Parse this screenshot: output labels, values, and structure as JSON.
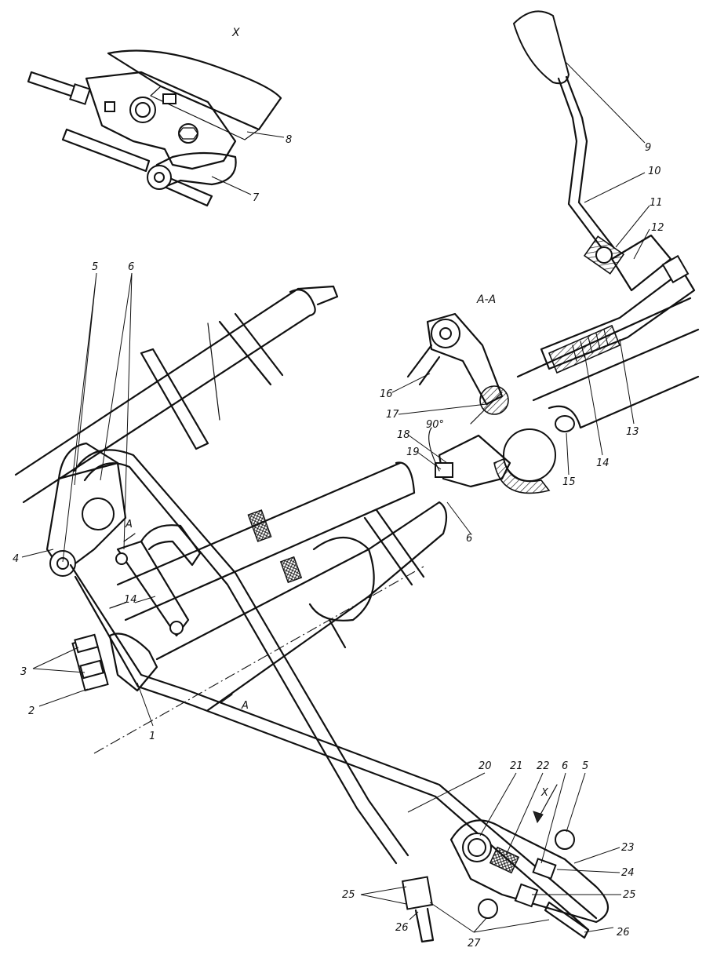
{
  "view_labels": {
    "detail_x": "X",
    "section_aa": "А-А",
    "angle": "90°",
    "section_mark_a": "А",
    "arrow_x": "X"
  },
  "callouts": [
    "1",
    "2",
    "3",
    "4",
    "5",
    "6",
    "7",
    "8",
    "9",
    "10",
    "11",
    "12",
    "13",
    "14",
    "15",
    "16",
    "17",
    "18",
    "19",
    "20",
    "21",
    "22",
    "23",
    "24",
    "25",
    "26",
    "27"
  ]
}
